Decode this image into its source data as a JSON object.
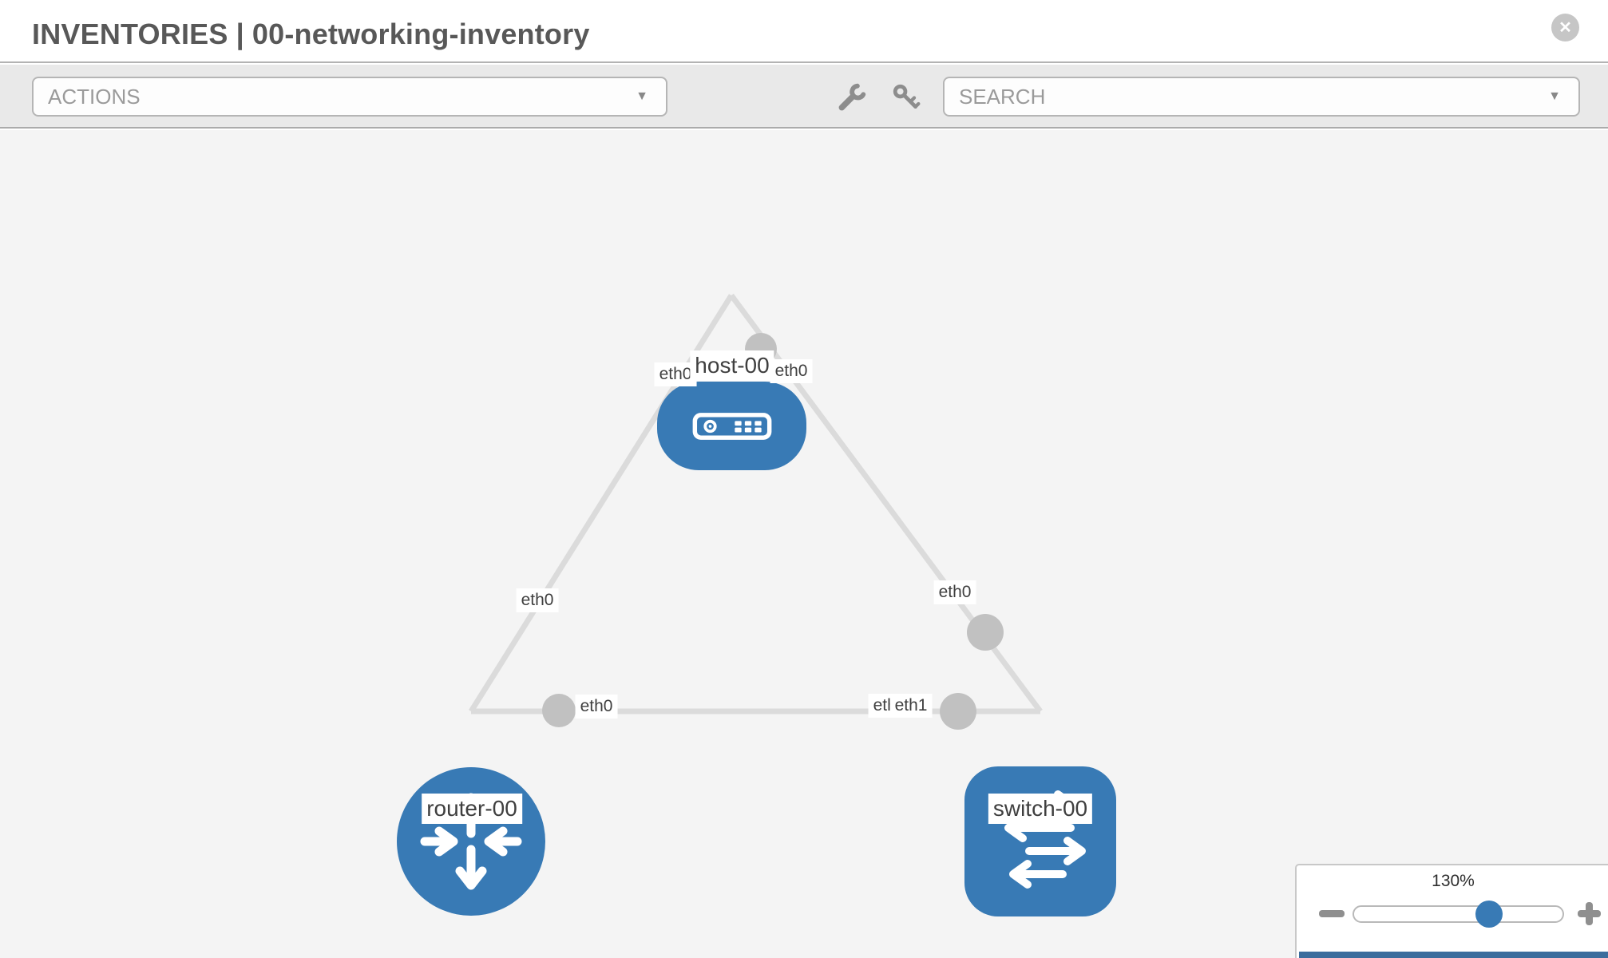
{
  "header": {
    "section": "INVENTORIES",
    "separator": "|",
    "inventory_name": "00-networking-inventory"
  },
  "toolbar": {
    "actions_label": "ACTIONS",
    "search_label": "SEARCH",
    "icons": [
      "wrench-icon",
      "key-icon"
    ]
  },
  "topology": {
    "nodes": [
      {
        "id": "host-00",
        "type": "host",
        "label": "host-00"
      },
      {
        "id": "router-00",
        "type": "router",
        "label": "router-00"
      },
      {
        "id": "switch-00",
        "type": "switch",
        "label": "switch-00"
      }
    ],
    "links": [
      {
        "from": "host-00",
        "to": "router-00",
        "from_interface": "eth0",
        "to_interface": "eth0"
      },
      {
        "from": "host-00",
        "to": "switch-00",
        "from_interface": "eth0",
        "to_interface": "eth0"
      },
      {
        "from": "router-00",
        "to": "switch-00",
        "from_interface": "eth0",
        "to_interface": "eth1",
        "overlapped_interface_label": "eth0"
      }
    ]
  },
  "zoom_control": {
    "level": "130%",
    "slider_percent": 64
  },
  "colors": {
    "node_blue": "#387ab5",
    "link_gray": "#dbdbdb",
    "interface_dot_gray": "#c1c1c1",
    "canvas_bg": "#f4f4f4",
    "toolbar_bg": "#e9e9e9",
    "slider_thumb_blue": "#387ab5",
    "bottom_bar_blue": "#3b6d9d"
  }
}
